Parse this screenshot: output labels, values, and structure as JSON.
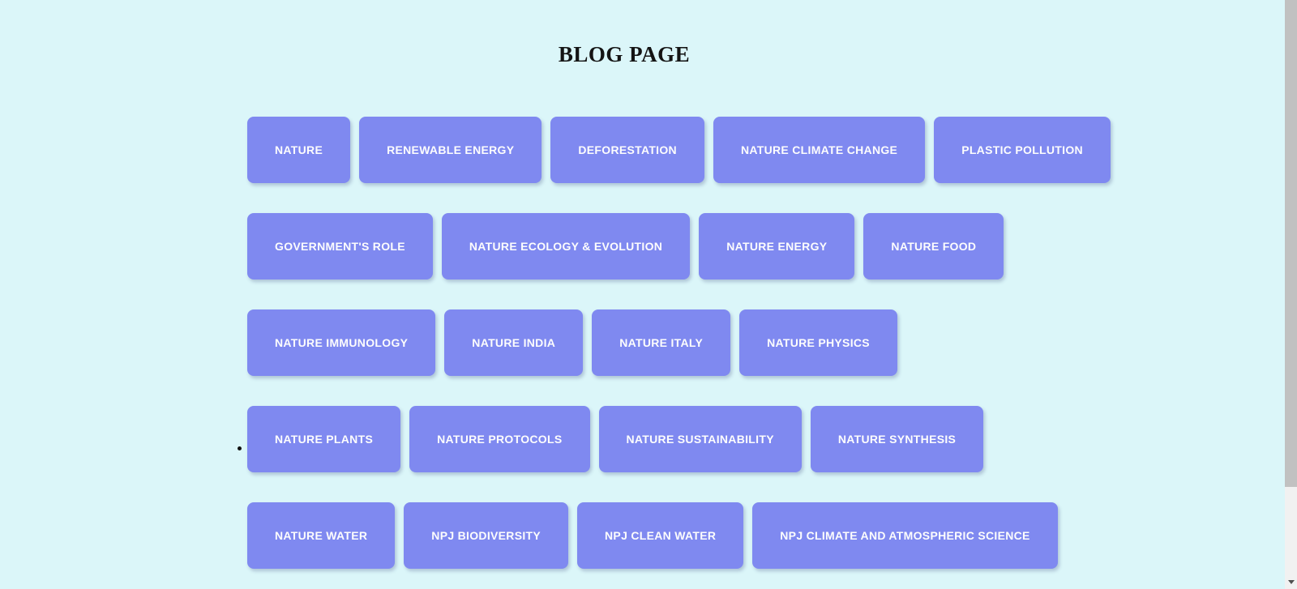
{
  "page": {
    "title": "BLOG PAGE"
  },
  "rows": [
    {
      "buttons": [
        "NATURE",
        "RENEWABLE ENERGY",
        "DEFORESTATION",
        "NATURE CLIMATE CHANGE",
        "PLASTIC POLLUTION"
      ]
    },
    {
      "buttons": [
        "GOVERNMENT'S ROLE",
        "NATURE ECOLOGY & EVOLUTION",
        "NATURE ENERGY",
        "NATURE FOOD"
      ]
    },
    {
      "buttons": [
        "NATURE IMMUNOLOGY",
        "NATURE INDIA",
        "NATURE ITALY",
        "NATURE PHYSICS"
      ]
    },
    {
      "buttons": [
        "NATURE PLANTS",
        "NATURE PROTOCOLS",
        "NATURE SUSTAINABILITY",
        "NATURE SYNTHESIS"
      ]
    },
    {
      "buttons": [
        "NATURE WATER",
        "NPJ BIODIVERSITY",
        "NPJ CLEAN WATER",
        "NPJ CLIMATE AND ATMOSPHERIC SCIENCE"
      ]
    }
  ],
  "colors": {
    "page_background": "#dbf6f9",
    "button_background": "#7f89f0",
    "button_text": "#fdfdfd",
    "title_text": "#141414",
    "scrollbar_thumb": "#c1c1c1",
    "scrollbar_track": "#f1f1f1",
    "scrollbar_arrow": "#505050"
  }
}
